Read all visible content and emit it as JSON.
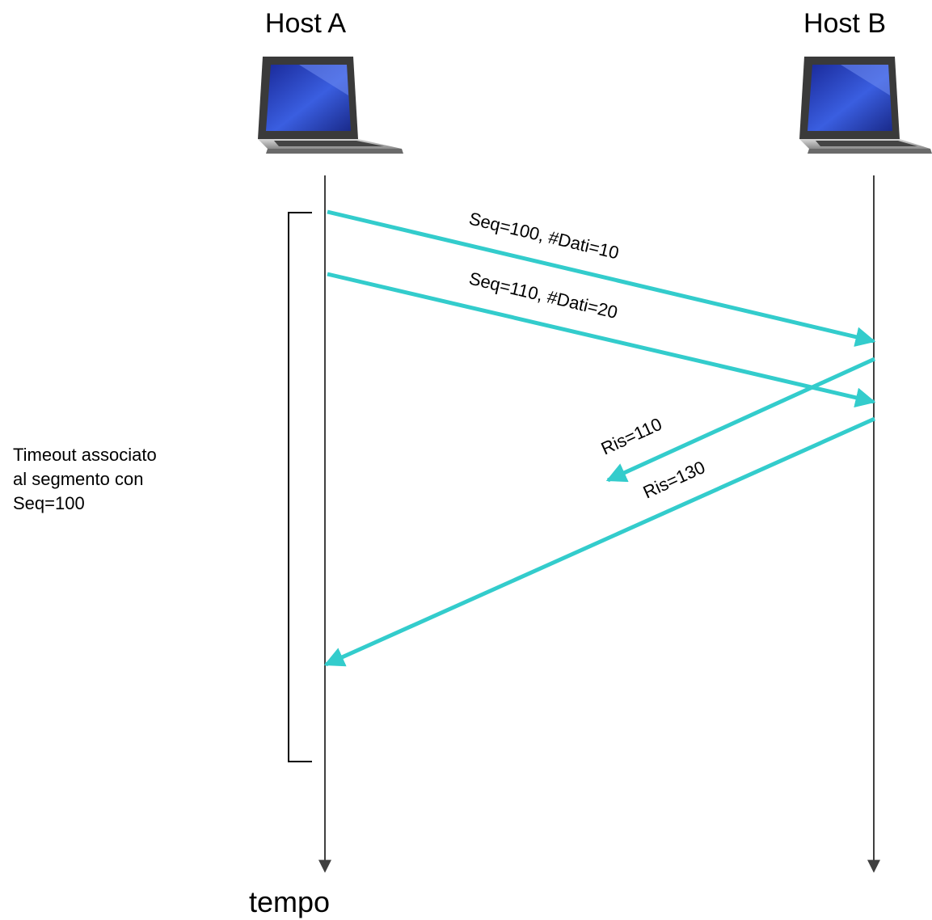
{
  "hosts": {
    "a": {
      "label": "Host A",
      "icon": "laptop-icon"
    },
    "b": {
      "label": "Host B",
      "icon": "laptop-icon"
    }
  },
  "time_label": "tempo",
  "messages": [
    {
      "id": "seg1",
      "label": "Seq=100,  #Dati=10",
      "from": "Host A",
      "to": "Host B"
    },
    {
      "id": "seg2",
      "label": "Seq=110,  #Dati=20",
      "from": "Host A",
      "to": "Host B"
    },
    {
      "id": "ack1",
      "label": "Ris=110",
      "from": "Host B",
      "to": "Host A",
      "delivered": false
    },
    {
      "id": "ack2",
      "label": "Ris=130",
      "from": "Host B",
      "to": "Host A",
      "delivered": true
    }
  ],
  "timeout_note": {
    "lines": [
      "Timeout associato",
      "al segmento con",
      "Seq=100"
    ]
  },
  "colors": {
    "message": "#33CCCC",
    "timeline": "#404040",
    "screen": "#2233AA"
  }
}
